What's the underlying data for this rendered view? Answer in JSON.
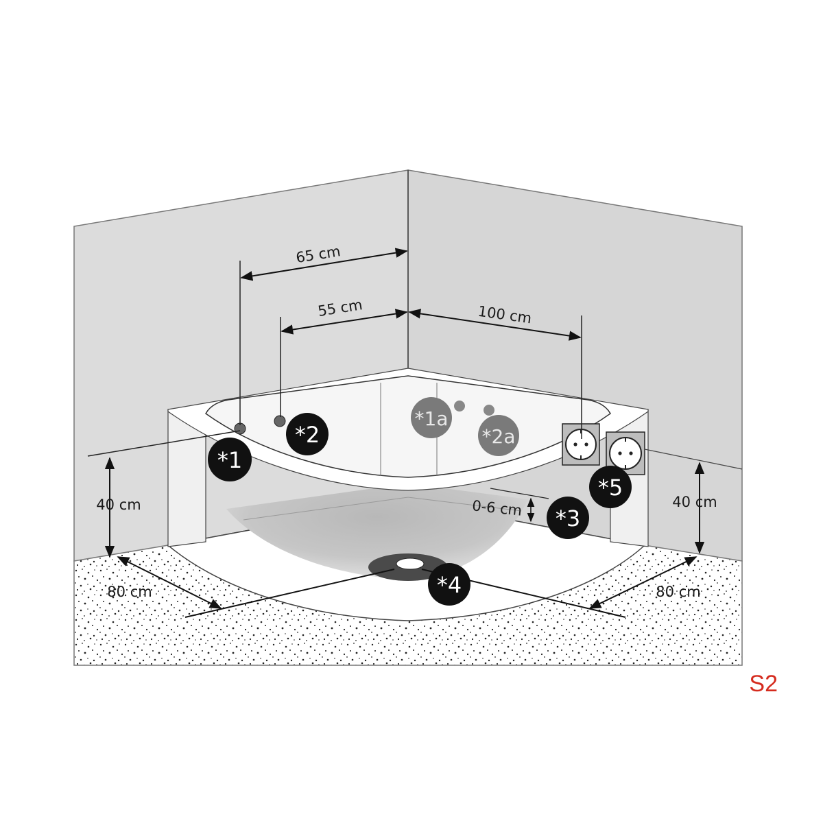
{
  "dimensions": {
    "d65": "65 cm",
    "d55": "55 cm",
    "d100": "100 cm",
    "h40_left": "40 cm",
    "h40_right": "40 cm",
    "d06": "0-6 cm",
    "w80_left": "80 cm",
    "w80_right": "80 cm"
  },
  "markers": {
    "m1": "*1",
    "m2": "*2",
    "m1a": "*1a",
    "m2a": "*2a",
    "m3": "*3",
    "m4": "*4",
    "m5": "*5"
  },
  "sheet_code": "S2",
  "colors": {
    "wall_left": "#dcdcdc",
    "wall_right": "#d6d6d6",
    "floor_speckle": "#ffffff",
    "marker_dark": "#111111",
    "marker_grey": "#7a7a7a",
    "sheet_code": "#d52b1e"
  }
}
